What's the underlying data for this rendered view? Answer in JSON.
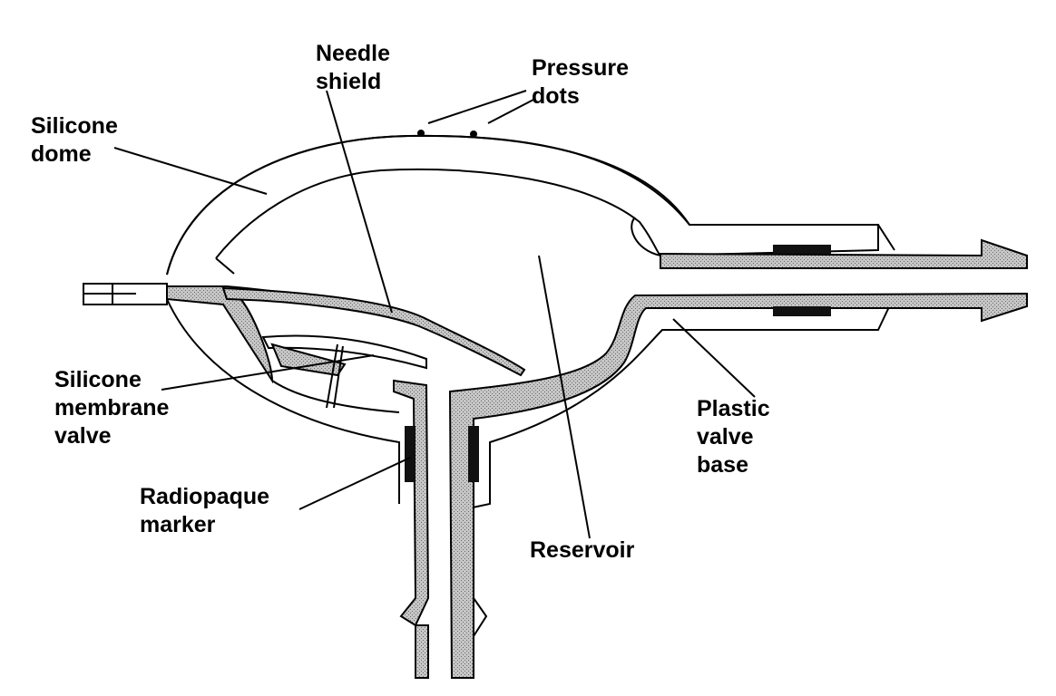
{
  "labels": {
    "needle_shield": [
      "Needle",
      "shield"
    ],
    "pressure_dots": [
      "Pressure",
      "dots"
    ],
    "silicone_dome": [
      "Silicone",
      "dome"
    ],
    "silicone_membrane_valve": [
      "Silicone",
      "membrane",
      "valve"
    ],
    "radiopaque_marker": [
      "Radiopaque",
      "marker"
    ],
    "reservoir": [
      "Reservoir"
    ],
    "plastic_valve_base": [
      "Plastic",
      "valve",
      "base"
    ]
  },
  "colors": {
    "stroke": "#000000",
    "stipple_fill": "#b8b8b8",
    "background": "#ffffff",
    "marker_fill": "#111111"
  }
}
